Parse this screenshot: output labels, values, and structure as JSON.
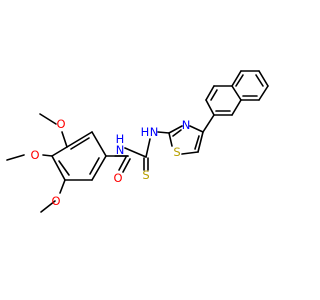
{
  "molecule": {
    "atoms": {
      "o_top": "O",
      "o_mid": "O",
      "o_bot": "O",
      "o_carbonyl": "O",
      "n_amide": "N",
      "h_amide": "H",
      "n_amine": "N",
      "h_amine": "H",
      "s_thione": "S",
      "n_thiazole": "N",
      "s_thiazole": "S"
    },
    "colors": {
      "carbon_bond": "#000000",
      "oxygen": "#ff0000",
      "nitrogen": "#0000ff",
      "sulfur": "#b8a000"
    }
  }
}
